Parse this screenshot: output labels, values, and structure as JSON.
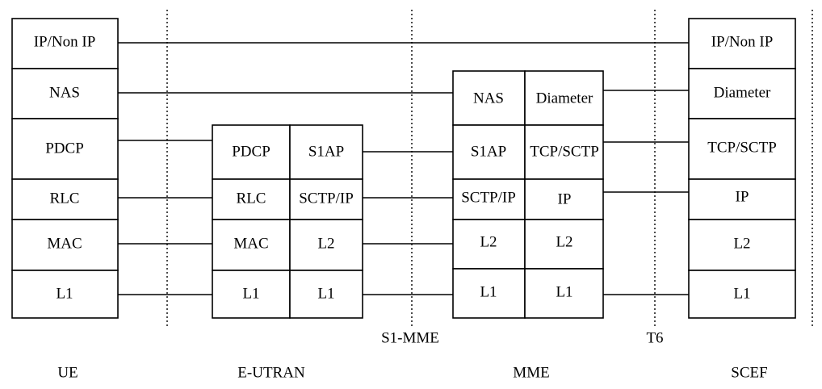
{
  "ue": {
    "layers": [
      "IP/Non IP",
      "NAS",
      "PDCP",
      "RLC",
      "MAC",
      "L1"
    ]
  },
  "eutran": {
    "left": [
      "PDCP",
      "RLC",
      "MAC",
      "L1"
    ],
    "right": [
      "S1AP",
      "SCTP/IP",
      "L2",
      "L1"
    ]
  },
  "mme": {
    "left": [
      "NAS",
      "S1AP",
      "SCTP/IP",
      "L2",
      "L1"
    ],
    "right": [
      "Diameter",
      "TCP/SCTP",
      "IP",
      "L2",
      "L1"
    ]
  },
  "scef": {
    "layers": [
      "IP/Non IP",
      "Diameter",
      "TCP/SCTP",
      "IP",
      "L2",
      "L1"
    ]
  },
  "interfaces": {
    "s1_mme": "S1-MME",
    "t6": "T6"
  },
  "nodes": {
    "ue": "UE",
    "eutran": "E-UTRAN",
    "mme": "MME",
    "scef": "SCEF"
  }
}
